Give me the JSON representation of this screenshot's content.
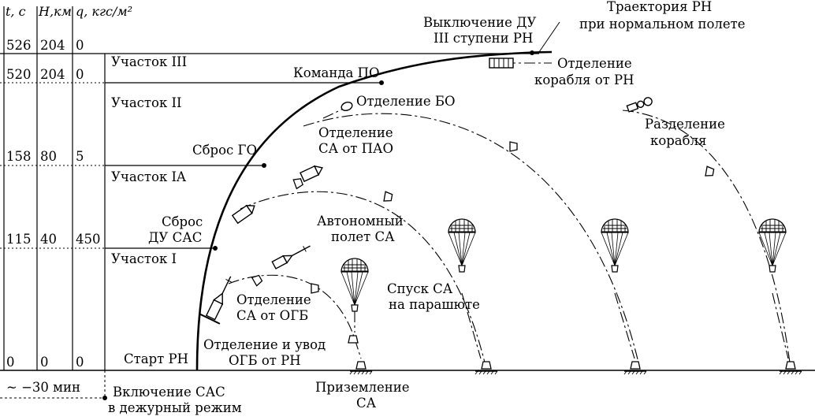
{
  "axes": {
    "t_label": "t, с",
    "h_label": "H,км",
    "q_label": "q, кгс/м²"
  },
  "rows": [
    {
      "t": "526",
      "h": "204",
      "q": "0"
    },
    {
      "t": "520",
      "h": "204",
      "q": "0"
    },
    {
      "t": "158",
      "h": "80",
      "q": "5"
    },
    {
      "t": "115",
      "h": "40",
      "q": "450"
    },
    {
      "t": "0",
      "h": "0",
      "q": "0"
    }
  ],
  "pre_launch_time": "~ −30 мин",
  "sections": {
    "s3": "Участок III",
    "s2": "Участок II",
    "s1a": "Участок IA",
    "s1": "Участок I"
  },
  "events": {
    "engine_off_1": "Выключение ДУ",
    "engine_off_2": "III ступени РН",
    "trajectory_1": "Траектория РН",
    "trajectory_2": "при нормальном полете",
    "command_po": "Команда ПО",
    "ship_sep_1": "Отделение",
    "ship_sep_2": "корабля от РН",
    "bo_sep": "Отделение БО",
    "ship_split_1": "Разделение",
    "ship_split_2": "корабля",
    "sa_pao_1": "Отделение",
    "sa_pao_2": "СА от ПАО",
    "fairing": "Сброс ГО",
    "escape_1": "Сброс",
    "escape_2": "ДУ САС",
    "auto_1": "Автономный",
    "auto_2": "полет СА",
    "parachute_1": "Спуск СА",
    "parachute_2": "на парашюте",
    "sa_ogb_1": "Отделение",
    "sa_ogb_2": "СА от ОГБ",
    "ogb_1": "Отделение и увод",
    "ogb_2": "ОГБ от РН",
    "start": "Старт РН",
    "landing_1": "Приземление",
    "landing_2": "СА",
    "sas_1": "Включение САС",
    "sas_2": "в дежурный режим"
  }
}
